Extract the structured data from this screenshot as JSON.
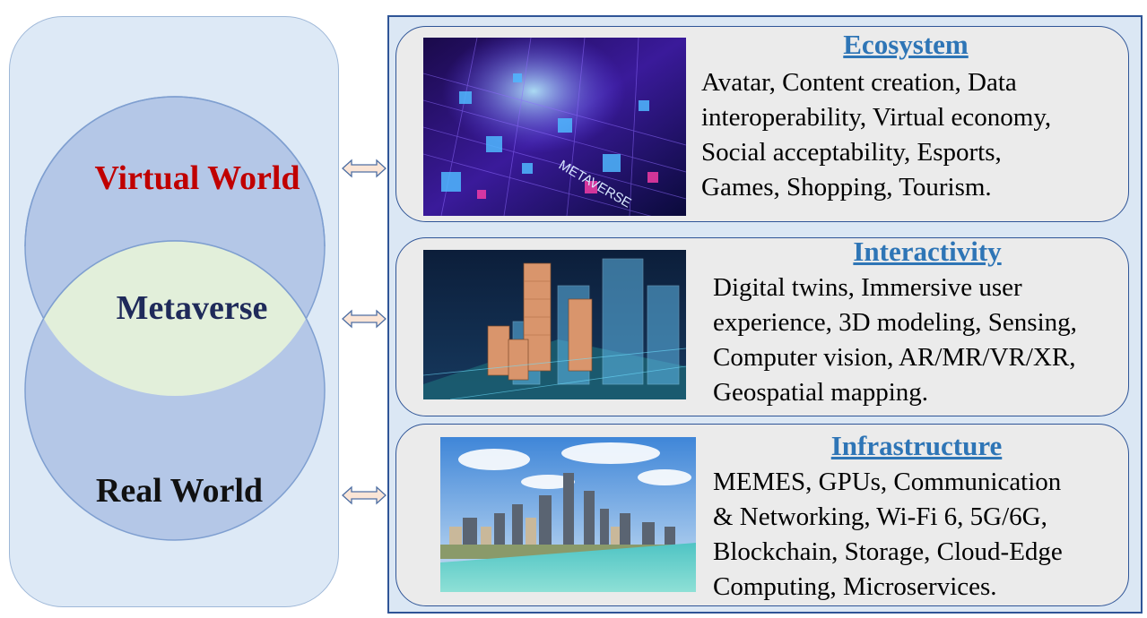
{
  "worlds": {
    "virtual": "Virtual World",
    "meta": "Metaverse",
    "real": "Real World"
  },
  "colors": {
    "virtual_label": "#c00000",
    "meta_label": "#1f2a5a",
    "real_label": "#111111",
    "title": "#2e75b6",
    "frame": "#2f5597",
    "circle_fill": "#b4c7e7",
    "lens_fill": "#e2efda"
  },
  "cards": [
    {
      "title": "Ecosystem",
      "lines": [
        "Avatar, Content creation, Data",
        "interoperability, Virtual economy,",
        "Social acceptability, Esports,",
        "Games, Shopping, Tourism."
      ],
      "image_text": "METAVERSE"
    },
    {
      "title": "Interactivity",
      "lines": [
        "Digital twins, Immersive user",
        "experience, 3D modeling, Sensing,",
        "Computer vision, AR/MR/VR/XR,",
        "Geospatial mapping."
      ]
    },
    {
      "title": "Infrastructure",
      "lines": [
        "MEMES, GPUs, Communication",
        "& Networking, Wi-Fi 6, 5G/6G,",
        "Blockchain, Storage, Cloud-Edge",
        "Computing, Microservices."
      ]
    }
  ]
}
